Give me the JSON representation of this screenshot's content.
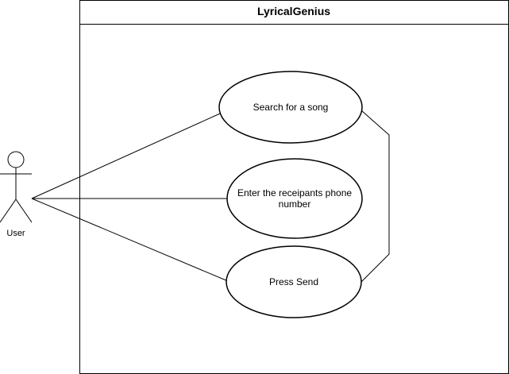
{
  "system": {
    "title": "LyricalGenius"
  },
  "actor": {
    "label": "User"
  },
  "use_cases": [
    {
      "lines": [
        "Search for a song"
      ]
    },
    {
      "lines": [
        "Enter the receipants phone",
        "number"
      ]
    },
    {
      "lines": [
        "Press Send"
      ]
    }
  ],
  "colors": {
    "stroke": "#000000",
    "background": "#ffffff"
  }
}
